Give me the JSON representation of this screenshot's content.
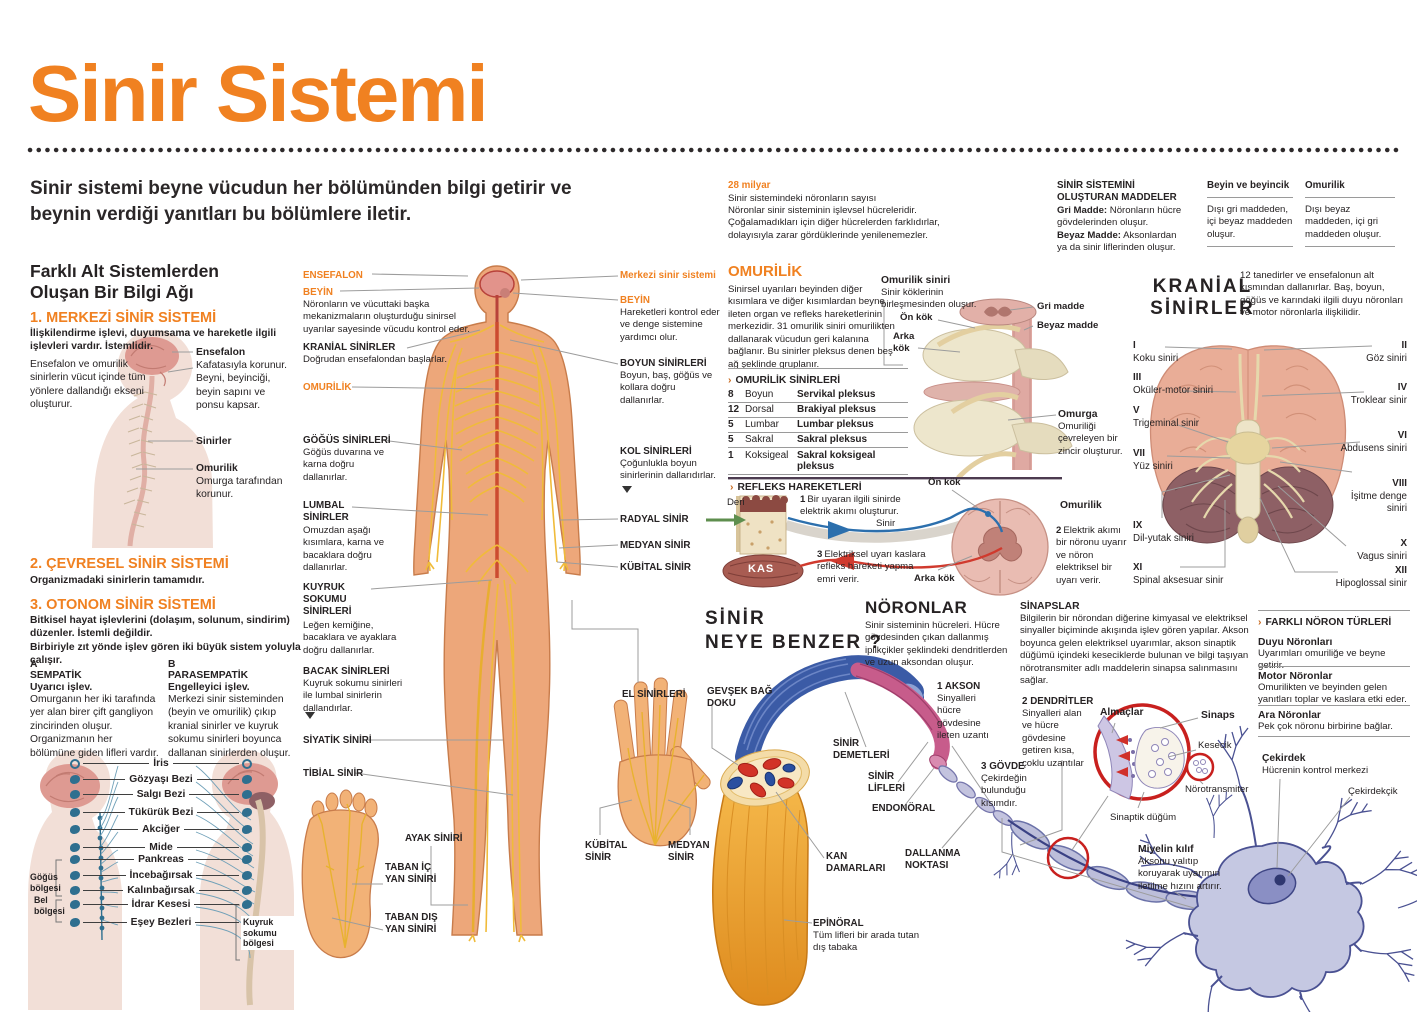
{
  "colors": {
    "accent": "#F08121",
    "ink": "#262223",
    "organ_blue": "#2F6F8F",
    "nerve_yellow": "#F0BB3A",
    "highlight_red": "#C8201E"
  },
  "header": {
    "title": "Sinir Sistemi",
    "subtitle": "Sinir sistemi beyne vücudun her bölümünden bilgi getirir ve beynin verdiği yanıtları bu bölümlere iletir."
  },
  "network": {
    "heading": "Farklı Alt Sistemlerden Oluşan Bir Bilgi Ağı",
    "s1": {
      "title": "1. MERKEZİ SİNİR SİSTEMİ",
      "desc": "İlişkilendirme işlevi, duyumsama ve hareketle ilgili işlevleri vardır. İstemlidir.",
      "axis": "Ensefalon ve omurilik sinirlerin vücut içinde tüm yönlere dallandığı ekseni oluşturur.",
      "ensefalon": "Ensefalon",
      "ensefalon_desc": "Kafatasıyla korunur. Beyni, beyinciği, beyin sapını ve ponsu kapsar.",
      "sinirler": "Sinirler",
      "omurilik": "Omurilik",
      "omurilik_desc": "Omurga tarafından korunur."
    },
    "s2": {
      "title": "2. ÇEVRESEL SİNİR SİSTEMİ",
      "desc": "Organizmadaki sinirlerin tamamıdır."
    },
    "s3": {
      "title": "3. OTONOM SİNİR SİSTEMİ",
      "desc1": "Bitkisel hayat işlevlerini (dolaşım, solunum, sindirim) düzenler. İstemli değildir.",
      "desc2": "Birbiriyle zıt yönde işlev gören iki büyük sistem yoluyla çalışır.",
      "a_letter": "A",
      "a_title": "SEMPATİK",
      "a_sub": "Uyarıcı işlev.",
      "a_desc": "Omurganın her iki tarafında yer alan birer çift gangliyon zincirinden oluşur. Organizmanın her bölümüne giden lifleri vardır.",
      "b_letter": "B",
      "b_title": "PARASEMPATİK",
      "b_sub": "Engelleyici işlev.",
      "b_desc": "Merkezi sinir sisteminden (beyin ve omurilik) çıkıp kranial sinirler ve kuyruk sokumu sinirleri boyunca dallanan sinirlerden oluşur.",
      "organs": [
        "İris",
        "Gözyaşı Bezi",
        "Salgı Bezi",
        "Tükürük Bezi",
        "Akciğer",
        "Mide",
        "Pankreas",
        "İncebağırsak",
        "Kalınbağırsak",
        "İdrar Kesesi",
        "Eşey Bezleri"
      ],
      "region_chest": "Göğüs bölgesi",
      "region_waist": "Bel bölgesi",
      "region_sacral": "Kuyruk sokumu bölgesi"
    }
  },
  "body_left": {
    "ensefalon": "ENSEFALON",
    "beyin": "BEYİN",
    "beyin_desc": "Nöronların ve vücuttaki başka mekanizmaların oluşturduğu sinirsel uyarılar sayesinde vücudu kontrol eder.",
    "kranial": "KRANİAL SİNİRLER",
    "kranial_desc": "Doğrudan ensefalondan başlarlar.",
    "omurilik": "OMURİLİK",
    "gogus": "GÖĞÜS SİNİRLERİ",
    "gogus_desc": "Göğüs duvarına ve karna doğru dallanırlar.",
    "lumbal": "LUMBAL SİNİRLER",
    "lumbal_desc": "Omuzdan aşağı kısımlara, karna ve bacaklara doğru dallanırlar.",
    "kuyruk": "KUYRUK SOKUMU SİNİRLERİ",
    "kuyruk_desc": "Leğen kemiğine, bacaklara ve ayaklara doğru dallanırlar.",
    "bacak": "BACAK SİNİRLERİ",
    "bacak_desc": "Kuyruk sokumu sinirleri ile lumbal sinirlerin dallandırlar.",
    "siyatik": "SİYATİK SİNİRİ",
    "tibial": "TİBİAL SİNİR",
    "ayak": "AYAK SİNİRİ",
    "taban_ic": "TABAN İÇ YAN SİNİRİ",
    "taban_dis": "TABAN DIŞ YAN SİNİRİ"
  },
  "body_right": {
    "merkezi": "Merkezi sinir sistemi",
    "beyin": "BEYİN",
    "beyin_desc": "Hareketleri kontrol eder ve denge sistemine yardımcı olur.",
    "boyun": "BOYUN SİNİRLERİ",
    "boyun_desc": "Boyun, baş, göğüs ve kollara doğru dallanırlar.",
    "kol": "KOL SİNİRLERİ",
    "kol_desc": "Çoğunlukla boyun sinirlerinin dallarıdırlar.",
    "radyal": "RADYAL SİNİR",
    "medyan": "MEDYAN SİNİR",
    "kubital": "KÜBİTAL SİNİR",
    "el": "EL SİNİRLERİ",
    "kubital_el": "KÜBİTAL SİNİR",
    "medyan_el": "MEDYAN SİNİR"
  },
  "facts": {
    "neurons": {
      "title": "28 milyar",
      "caption": "Sinir sistemindeki nöronların sayısı",
      "body": "Nöronlar sinir sisteminin işlevsel hücreleridir. Çoğalamadıkları için diğer hücrelerden farklıdırlar, dolayısıyla zarar gördüklerinde yenilenemezler."
    },
    "substances": {
      "title": "SİNİR SİSTEMİNİ OLUŞTURAN MADDELER",
      "gray_label": "Gri Madde:",
      "gray_text": "Nöronların hücre gövdelerinden oluşur.",
      "white_label": "Beyaz Madde:",
      "white_text": "Aksonlardan ya da sinir liflerinden oluşur."
    },
    "brain": {
      "title": "Beyin ve beyincik",
      "body": "Dışı gri maddeden, içi beyaz maddeden oluşur."
    },
    "cord": {
      "title": "Omurilik",
      "body": "Dışı beyaz maddeden, içi gri maddeden oluşur."
    }
  },
  "spinal": {
    "title": "OMURİLİK",
    "body": "Sinirsel uyarıları beyinden diğer kısımlara ve diğer kısımlardan beyne ileten organ ve refleks hareketlerinin merkezidir. 31 omurilik siniri omurilikten dallanarak vücudun geri kalanına bağlanır. Bu sinirler pleksus denen beş ağ şeklinde gruplanır.",
    "table_title": "OMURİLİK SİNİRLERİ",
    "rows": [
      {
        "n": "8",
        "name": "Boyun",
        "plexus": "Servikal pleksus"
      },
      {
        "n": "12",
        "name": "Dorsal",
        "plexus": "Brakiyal pleksus"
      },
      {
        "n": "5",
        "name": "Lumbar",
        "plexus": "Lumbar pleksus"
      },
      {
        "n": "5",
        "name": "Sakral",
        "plexus": "Sakral pleksus"
      },
      {
        "n": "1",
        "name": "Koksigeal",
        "plexus": "Sakral koksigeal pleksus"
      }
    ],
    "diagram": {
      "nerve": "Omurilik siniri",
      "nerve_desc": "Sinir köklerinin birleşmesinden oluşur.",
      "front_root": "Ön kök",
      "back_root": "Arka kök",
      "gray": "Gri madde",
      "white": "Beyaz madde",
      "spine": "Omurga",
      "spine_desc": "Omuriliği çevreleyen bir zincir oluşturur."
    }
  },
  "reflex": {
    "title": "REFLEKS HAREKETLERİ",
    "skin": "Deri",
    "muscle": "KAS",
    "nerve": "Sinir",
    "front_root": "Ön kök",
    "back_root": "Arka kök",
    "cord": "Omurilik",
    "step1_n": "1",
    "step1": "Bir uyaran ilgili sinirde elektrik akımı oluşturur.",
    "step2_n": "2",
    "step2": "Elektrik akımı bir nöronu uyarır ve nöron elektriksel bir uyarı verir.",
    "step3_n": "3",
    "step3": "Elektriksel uyarı kaslara refleks hareketi yapma emri verir."
  },
  "cranial": {
    "title1": "KRANİAL",
    "title2": "SİNİRLER",
    "intro": "12 tanedirler ve ensefalonun alt kısmından dallanırlar. Baş, boyun, göğüs ve karındaki ilgili duyu nöronları ve motor nöronlarla ilişkilidir.",
    "left": [
      {
        "num": "I",
        "name": "Koku siniri"
      },
      {
        "num": "III",
        "name": "Oküler-motor siniri"
      },
      {
        "num": "V",
        "name": "Trigeminal sinir"
      },
      {
        "num": "VII",
        "name": "Yüz siniri"
      },
      {
        "num": "IX",
        "name": "Dil-yutak siniri"
      },
      {
        "num": "XI",
        "name": "Spinal aksesuar sinir"
      }
    ],
    "right": [
      {
        "num": "II",
        "name": "Göz siniri"
      },
      {
        "num": "IV",
        "name": "Troklear sinir"
      },
      {
        "num": "VI",
        "name": "Abdusens siniri"
      },
      {
        "num": "VIII",
        "name": "İşitme denge siniri"
      },
      {
        "num": "X",
        "name": "Vagus siniri"
      },
      {
        "num": "XII",
        "name": "Hipoglossal sinir"
      }
    ]
  },
  "neurons": {
    "title": "NÖRONLAR",
    "body": "Sinir sisteminin hücreleri. Hücre gövdesinden çıkan dallanmış iplikçikler şeklindeki dendritlerden ve uzun aksondan oluşur."
  },
  "synapses": {
    "title": "SİNAPSLAR",
    "body": "Bilgilerin bir nörondan diğerine kimyasal ve elektriksel sinyaller biçiminde akışında işlev gören yapılar. Akson boyunca gelen elektriksel uyarımlar, akson sinaptik düğümü içindeki keseciklerde bulunan ve bilgi taşıyan nörotransmiter adlı maddelerin sinapsa salınmasını sağlar."
  },
  "nerve_structure": {
    "title1": "SİNİR",
    "title2": "NEYE BENZER ?",
    "loose_tissue": "GEVŞEK BAĞ DOKU",
    "bundles": "SİNİR DEMETLERİ",
    "fibers": "SİNİR LİFLERİ",
    "endoneural": "ENDONÖRAL",
    "vessels": "KAN DAMARLARI",
    "branch_point": "DALLANMA NOKTASI",
    "epineural": "EPİNÖRAL",
    "epineural_desc": "Tüm lifleri bir arada tutan dış tabaka"
  },
  "neuron_parts": {
    "akson_n": "1",
    "akson": "AKSON",
    "akson_desc": "Sinyalleri hücre gövdesine ileten uzantı",
    "dendrit_n": "2",
    "dendrit": "DENDRİTLER",
    "dendrit_desc": "Sinyalleri alan ve hücre gövdesine getiren kısa, çoklu uzantılar",
    "govde_n": "3",
    "govde": "GÖVDE",
    "govde_desc": "Çekirdeğin bulunduğu kısımdır.",
    "almaclar": "Almaçlar",
    "sinaps": "Sinaps",
    "kesecik": "Kesecik",
    "norotransmiter": "Nörotransmiter",
    "sinaptik": "Sinaptik düğüm",
    "miyelin": "Miyelin kılıf",
    "miyelin_desc": "Aksonu yalıtıp koruyarak uyarımın iletilme hızını artırır.",
    "cekirdekcik": "Çekirdekçik"
  },
  "neuron_types": {
    "title": "FARKLI NÖRON TÜRLERİ",
    "items": [
      {
        "name": "Duyu Nöronları",
        "desc": "Uyarımları omuriliğe ve beyne getirir."
      },
      {
        "name": "Motor Nöronlar",
        "desc": "Omurilikten ve beyinden gelen yanıtları toplar ve kaslara etki eder."
      },
      {
        "name": "Ara Nöronlar",
        "desc": "Pek çok nöronu birbirine bağlar."
      }
    ],
    "nucleus": "Çekirdek",
    "nucleus_desc": "Hücrenin kontrol merkezi"
  }
}
